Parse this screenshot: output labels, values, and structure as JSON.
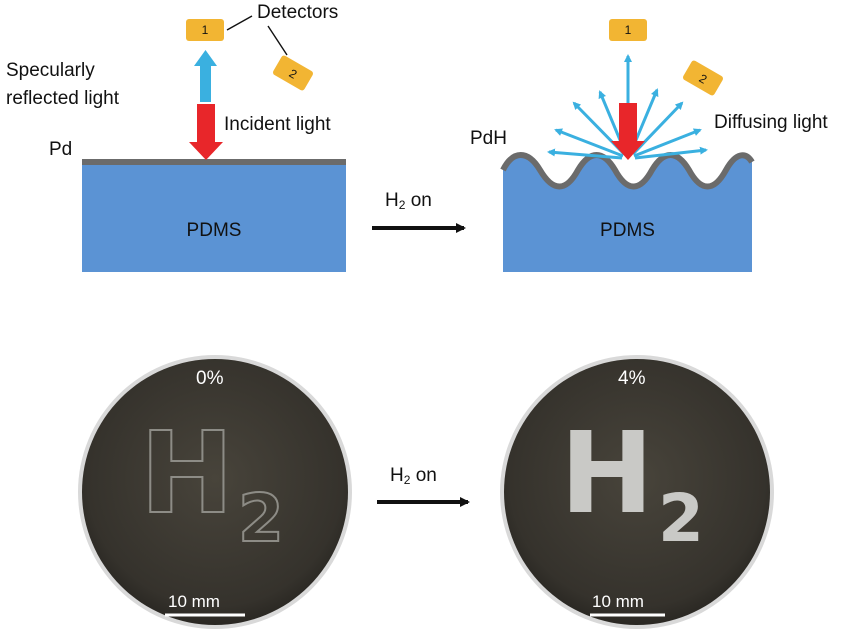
{
  "top": {
    "detectors_label": "Detectors",
    "detector_1": "1",
    "detector_2": "2",
    "specular_label_line1": "Specularly",
    "specular_label_line2": "reflected light",
    "incident_label": "Incident light",
    "diffusing_label": "Diffusing light",
    "pd_label": "Pd",
    "pdh_label": "PdH",
    "pdms_left": "PDMS",
    "pdms_right": "PDMS",
    "arrow_text_h": "H",
    "arrow_text_sub": "2",
    "arrow_text_on": " on"
  },
  "bottom": {
    "left_percent": "0%",
    "right_percent": "4%",
    "disc_letter": "H",
    "disc_sub": "2",
    "scale_left": "10 mm",
    "scale_right": "10 mm",
    "arrow_text_h": "H",
    "arrow_text_sub": "2",
    "arrow_text_on": " on"
  },
  "colors": {
    "pdms_blue": "#5b93d4",
    "pd_gray": "#6b6b6b",
    "detector_yellow": "#f2b533",
    "incident_red": "#e8262a",
    "reflect_blue": "#3ab0e0",
    "disc_dark": "#3d3a33"
  }
}
